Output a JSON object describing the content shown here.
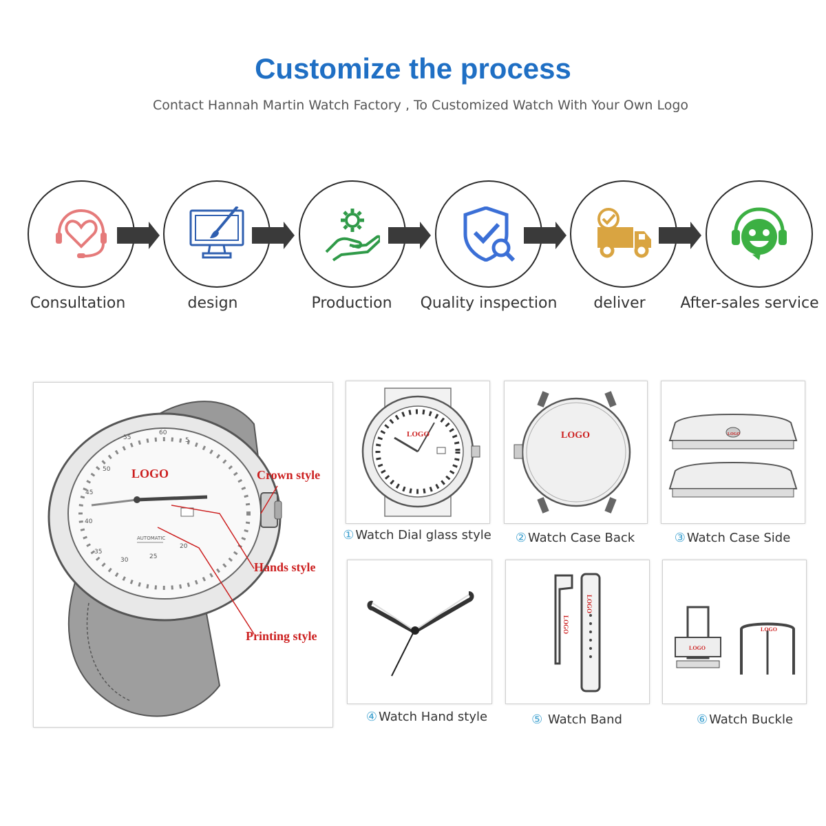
{
  "header": {
    "title": "Customize the process",
    "subtitle": "Contact Hannah Martin Watch Factory , To Customized Watch With Your Own Logo"
  },
  "steps": [
    {
      "label": "Consultation",
      "icon": "headset-heart-icon",
      "color": "#e57a7a"
    },
    {
      "label": "design",
      "icon": "monitor-brush-icon",
      "color": "#2f5fb0"
    },
    {
      "label": "Production",
      "icon": "gear-hand-icon",
      "color": "#2f9a48"
    },
    {
      "label": "Quality inspection",
      "icon": "shield-check-icon",
      "color": "#3b6fd6"
    },
    {
      "label": "deliver",
      "icon": "delivery-truck-icon",
      "color": "#d9a441"
    },
    {
      "label": "After-sales service",
      "icon": "smiley-headset-icon",
      "color": "#3cb043"
    }
  ],
  "main_watch": {
    "logo": "LOGO",
    "callouts": {
      "crown": "Crown style",
      "hands": "Hands style",
      "printing": "Printing style"
    }
  },
  "options": [
    {
      "num": "①",
      "label": "Watch Dial glass style",
      "logo": "LOGO"
    },
    {
      "num": "②",
      "label": "Watch Case Back",
      "logo": "LOGO"
    },
    {
      "num": "③",
      "label": "Watch Case Side",
      "logo": "LOGO"
    },
    {
      "num": "④",
      "label": "Watch Hand style"
    },
    {
      "num": "⑤",
      "label": " Watch Band",
      "logo": "LOGO"
    },
    {
      "num": "⑥",
      "label": "Watch Buckle",
      "logo": "LOGO"
    }
  ],
  "colors": {
    "accent": "#1f6fc4",
    "callout": "#cc1f1f",
    "caption_number": "#3a9fcf"
  }
}
